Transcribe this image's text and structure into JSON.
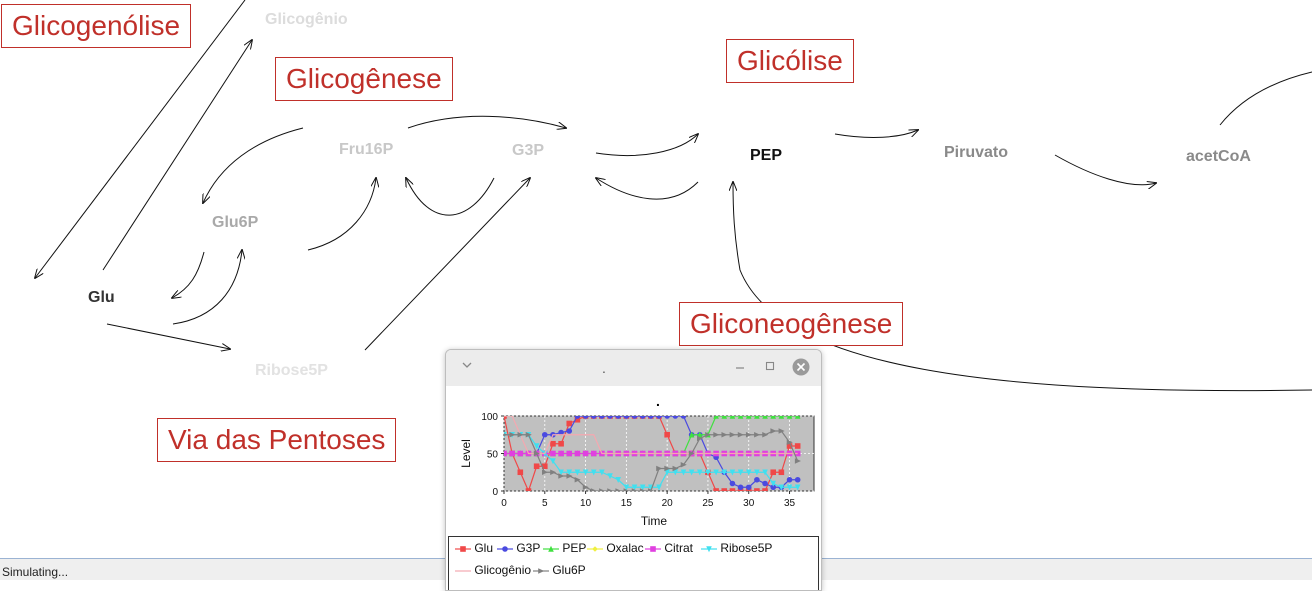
{
  "diagram": {
    "boxes": {
      "glicogenolise": "Glicogenólise",
      "glicogenese": "Glicogênese",
      "glicolise": "Glicólise",
      "gliconeogenese": "Gliconeogênese",
      "via_pentoses": "Via das Pentoses"
    },
    "nodes": {
      "glicogenio": "Glicogênio",
      "fru16p": "Fru16P",
      "g3p": "G3P",
      "pep": "PEP",
      "piruvato": "Piruvato",
      "acetcoa": "acetCoA",
      "glu6p": "Glu6P",
      "glu": "Glu",
      "ribose5p": "Ribose5P"
    },
    "colors": {
      "box": "#c0302a",
      "pep": "#111111",
      "glu": "#333333",
      "mid": "#8a8a8a",
      "light": "#a9a9a9",
      "faint": "#dcdcdc"
    }
  },
  "status": {
    "text": "Simulating..."
  },
  "plot_window": {
    "title": ".",
    "controls": {
      "collapse": "chevron-down-icon",
      "minimize": "minimize-icon",
      "maximize": "maximize-icon",
      "close": "close-icon"
    },
    "chart_data": {
      "type": "line",
      "title": ".",
      "xlabel": "Time",
      "ylabel": "Level",
      "xlim": [
        0,
        38
      ],
      "ylim": [
        0,
        100
      ],
      "xticks": [
        0,
        5,
        10,
        15,
        20,
        25,
        30,
        35
      ],
      "yticks": [
        0,
        50,
        100
      ],
      "background": "#c0c0c0",
      "grid": true,
      "legend_position": "bottom",
      "series": [
        {
          "name": "Glu",
          "color": "#f04848",
          "marker": "square",
          "values": [
            100,
            50,
            25,
            0,
            33,
            33,
            63,
            63,
            90,
            95,
            100,
            100,
            100,
            100,
            100,
            100,
            100,
            100,
            100,
            100,
            75,
            50,
            50,
            50,
            50,
            25,
            0,
            0,
            0,
            0,
            0,
            0,
            0,
            25,
            25,
            60,
            60
          ]
        },
        {
          "name": "G3P",
          "color": "#4a4ae0",
          "marker": "circle",
          "values": [
            50,
            50,
            50,
            50,
            50,
            75,
            75,
            78,
            80,
            100,
            100,
            100,
            100,
            100,
            100,
            100,
            100,
            100,
            100,
            100,
            100,
            100,
            100,
            75,
            75,
            50,
            45,
            25,
            10,
            5,
            5,
            15,
            10,
            5,
            5,
            15,
            15
          ]
        },
        {
          "name": "PEP",
          "color": "#40e040",
          "marker": "triangle-up",
          "values": [
            50,
            50,
            50,
            50,
            50,
            50,
            50,
            50,
            50,
            50,
            50,
            50,
            50,
            50,
            50,
            50,
            50,
            50,
            50,
            50,
            50,
            50,
            50,
            75,
            75,
            75,
            100,
            100,
            100,
            100,
            100,
            100,
            100,
            100,
            100,
            100,
            100
          ]
        },
        {
          "name": "Oxalac",
          "color": "#f0f040",
          "marker": "diamond",
          "values": [
            50,
            50,
            50,
            50,
            50,
            50,
            50,
            50,
            50,
            50,
            50,
            50,
            50,
            50,
            50,
            50,
            50,
            50,
            50,
            50,
            50,
            50,
            50,
            50,
            50,
            50,
            50,
            50,
            50,
            50,
            50,
            50,
            50,
            50,
            50,
            50,
            50
          ]
        },
        {
          "name": "Citrat",
          "color": "#e040e0",
          "marker": "square",
          "values": [
            50,
            50,
            50,
            50,
            50,
            50,
            50,
            50,
            50,
            50,
            50,
            50,
            50,
            50,
            50,
            50,
            50,
            50,
            50,
            50,
            50,
            50,
            50,
            50,
            50,
            50,
            50,
            50,
            50,
            50,
            50,
            50,
            50,
            50,
            50,
            50,
            50
          ]
        },
        {
          "name": "Ribose5P",
          "color": "#40e0f0",
          "marker": "triangle-down",
          "values": [
            75,
            75,
            75,
            75,
            60,
            50,
            40,
            25,
            25,
            25,
            25,
            25,
            25,
            20,
            15,
            5,
            5,
            5,
            5,
            5,
            25,
            25,
            25,
            25,
            25,
            25,
            25,
            25,
            25,
            25,
            25,
            25,
            25,
            10,
            5,
            5,
            5
          ]
        },
        {
          "name": "Glicogênio",
          "color": "#f4a8b0",
          "marker": "none",
          "values": [
            100,
            100,
            75,
            50,
            50,
            50,
            75,
            75,
            75,
            75,
            75,
            75,
            50,
            50,
            50,
            50,
            50,
            50,
            50,
            50,
            50,
            50,
            50,
            50,
            50,
            50,
            50,
            50,
            50,
            50,
            50,
            50,
            50,
            50,
            50,
            50,
            50
          ]
        },
        {
          "name": "Glu6P",
          "color": "#808080",
          "marker": "triangle-right",
          "values": [
            75,
            75,
            75,
            75,
            50,
            25,
            25,
            20,
            20,
            15,
            5,
            0,
            0,
            0,
            0,
            0,
            0,
            0,
            0,
            30,
            30,
            30,
            35,
            50,
            70,
            75,
            75,
            75,
            75,
            75,
            75,
            75,
            75,
            80,
            80,
            65,
            40
          ]
        }
      ]
    }
  }
}
